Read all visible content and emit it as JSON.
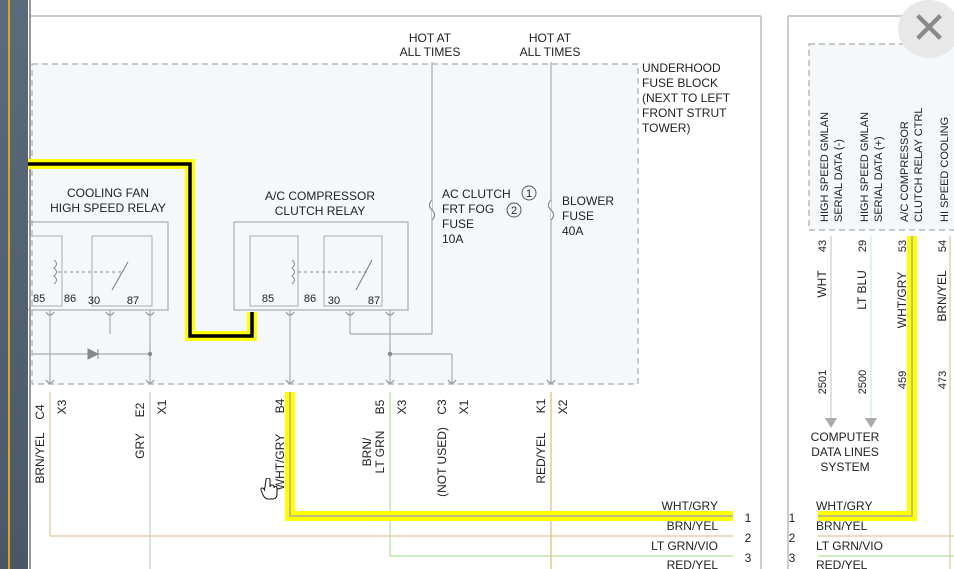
{
  "close_glyph": "✕",
  "colors": {
    "highlight": "#ffff00",
    "path": "#000000",
    "box": "#aaaaaa",
    "wire_grey": "#bbbbbb",
    "lt_blue": "#bfeef5",
    "fill": "#f4f8fb"
  },
  "power": [
    {
      "line1": "HOT AT",
      "line2": "ALL TIMES"
    },
    {
      "line1": "HOT AT",
      "line2": "ALL TIMES"
    }
  ],
  "fuse_block": {
    "line1": "UNDERHOOD",
    "line2": "FUSE BLOCK",
    "line3": "(NEXT TO LEFT",
    "line4": "FRONT STRUT",
    "line5": "TOWER)"
  },
  "relays": {
    "cooling": {
      "line1": "COOLING FAN",
      "line2": "HIGH SPEED RELAY",
      "pins": [
        "85",
        "86",
        "30",
        "87"
      ]
    },
    "ac": {
      "line1": "A/C COMPRESSOR",
      "line2": "CLUTCH RELAY",
      "pins": [
        "85",
        "86",
        "30",
        "87"
      ]
    }
  },
  "fuses": {
    "ac_clutch": {
      "line1": "AC CLUTCH",
      "line2": "FRT FOG",
      "line3": "FUSE",
      "line4": "10A",
      "note1": "1",
      "note2": "2"
    },
    "blower": {
      "line1": "BLOWER",
      "line2": "FUSE",
      "line3": "40A"
    }
  },
  "connectors": [
    {
      "pin": "C4",
      "conn": "X3",
      "wire": "BRN/YEL"
    },
    {
      "pin": "E2",
      "conn": "X1",
      "wire": "GRY"
    },
    {
      "pin": "B4",
      "conn": "",
      "wire": "WHT/GRY"
    },
    {
      "pin": "B5",
      "conn": "X3",
      "wire": "BRN/",
      "wire2": "LT GRN"
    },
    {
      "pin": "C3",
      "conn": "X1",
      "wire": "(NOT USED)"
    },
    {
      "pin": "K1",
      "conn": "X2",
      "wire": "RED/YEL"
    }
  ],
  "harness_left": [
    {
      "label": "WHT/GRY",
      "num": "1"
    },
    {
      "label": "BRN/YEL",
      "num": "2"
    },
    {
      "label": "LT GRN/VIO",
      "num": "3"
    },
    {
      "label": "RED/YEL",
      "num": ""
    }
  ],
  "harness_right": [
    {
      "label": "WHT/GRY",
      "num": "1"
    },
    {
      "label": "BRN/YEL",
      "num": "2"
    },
    {
      "label": "LT GRN/VIO",
      "num": "3"
    },
    {
      "label": "RED/YEL",
      "num": ""
    }
  ],
  "module": {
    "signals": [
      {
        "line1": "HIGH SPEED GMLAN",
        "line2": "SERIAL DATA (-)",
        "pin": "43",
        "wire": "WHT",
        "circuit": "2501"
      },
      {
        "line1": "HIGH SPEED GMLAN",
        "line2": "SERIAL DATA (+)",
        "pin": "29",
        "wire": "LT BLU",
        "circuit": "2500"
      },
      {
        "line1": "A/C COMPRESSOR",
        "line2": "CLUTCH RELAY CTRL",
        "pin": "53",
        "wire": "WHT/GRY",
        "circuit": "459"
      },
      {
        "line1": "HI SPEED COOLING",
        "line2": "",
        "pin": "54",
        "wire": "BRN/YEL",
        "circuit": "473"
      }
    ]
  },
  "data_lines": {
    "line1": "COMPUTER",
    "line2": "DATA LINES",
    "line3": "SYSTEM"
  }
}
